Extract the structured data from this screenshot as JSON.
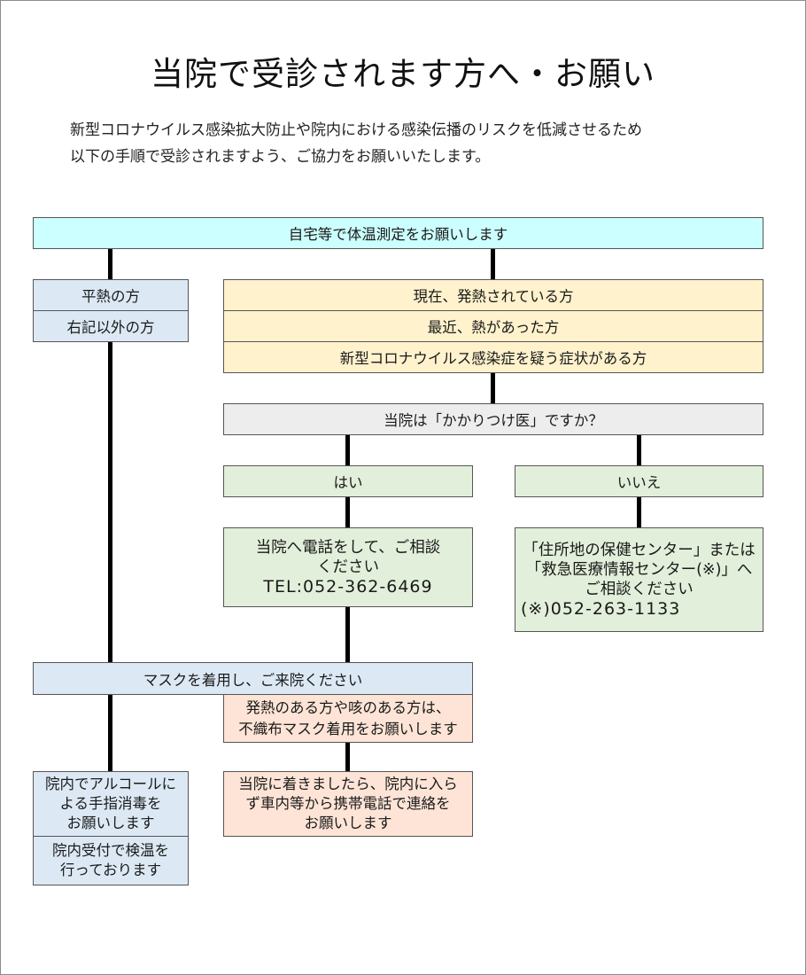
{
  "title": "当院で受診されます方へ・お願い",
  "intro": {
    "line1": "新型コロナウイルス感染拡大防止や院内における感染伝播のリスクを低減させるため",
    "line2": "以下の手順で受診されますよう、ご協力をお願いいたします。"
  },
  "flow": {
    "top": "自宅等で体温測定をお願いします",
    "normal_1": "平熱の方",
    "normal_2": "右記以外の方",
    "fever_1": "現在、発熱されている方",
    "fever_2": "最近、熱があった方",
    "fever_3": "新型コロナウイルス感染症を疑う症状がある方",
    "question": "当院は「かかりつけ医」ですか？",
    "yes": "はい",
    "no": "いいえ",
    "yes_detail": {
      "line1": "当院へ電話をして、ご相談",
      "line2": "ください",
      "tel": "TEL:052-362-6469"
    },
    "no_detail": {
      "line1": "「住所地の保健センター」または",
      "line2": "「救急医療情報センター(※)」へ",
      "line3": "ご相談ください",
      "line4": "(※)052-263-1133"
    },
    "mask": "マスクを着用し、ご来院ください",
    "mask_note": {
      "line1": "発熱のある方や咳のある方は、",
      "line2": "不織布マスク着用をお願いします"
    },
    "disinfect": {
      "line1": "院内でアルコールに",
      "line2": "よる手指消毒を",
      "line3": "お願いします"
    },
    "temp_check": {
      "line1": "院内受付で検温を",
      "line2": "行っております"
    },
    "arrival": {
      "line1": "当院に着きましたら、院内に入ら",
      "line2": "ず車内等から携帯電話で連絡を",
      "line3": "お願いします"
    }
  },
  "colors": {
    "cyan": "#ccffff",
    "blue": "#dce9f5",
    "yellow": "#fff2cc",
    "gray": "#ededed",
    "green": "#e2efda",
    "pink": "#fde4d6"
  }
}
